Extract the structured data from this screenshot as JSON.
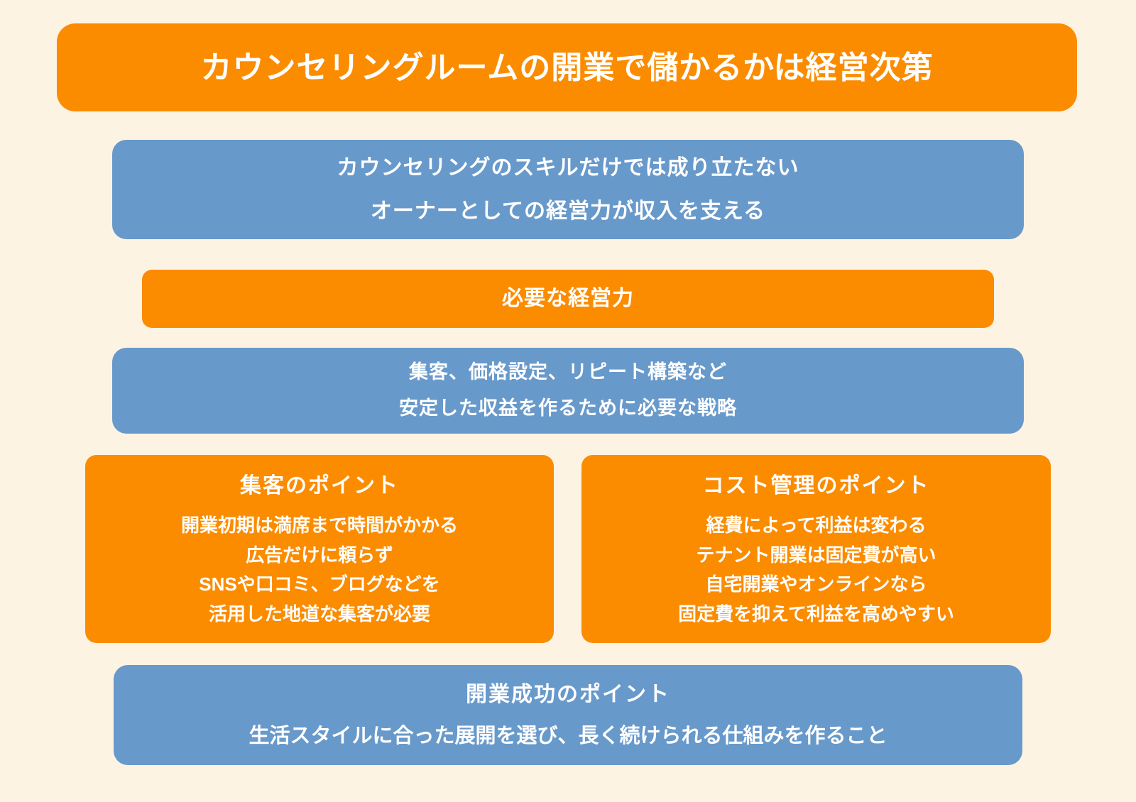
{
  "palette": {
    "background": "#FDF3E3",
    "accent_orange": "#FB8C00",
    "accent_blue": "#6899CB",
    "text": "#FFFFFF"
  },
  "title_banner": {
    "text": "カウンセリングルームの開業で儲かるかは経営次第"
  },
  "premise_box": {
    "lines": [
      "カウンセリングのスキルだけでは成り立たない",
      "オーナーとしての経営力が収入を支える"
    ]
  },
  "section_header": {
    "text": "必要な経営力"
  },
  "strategy_box": {
    "lines": [
      "集客、価格設定、リピート構築など",
      "安定した収益を作るために必要な戦略"
    ]
  },
  "columns": [
    {
      "title": "集客のポイント",
      "lines": [
        "開業初期は満席まで時間がかかる",
        "広告だけに頼らず",
        "SNSや口コミ、ブログなどを",
        "活用した地道な集客が必要"
      ]
    },
    {
      "title": "コスト管理のポイント",
      "lines": [
        "経費によって利益は変わる",
        "テナント開業は固定費が高い",
        "自宅開業やオンラインなら",
        "固定費を抑えて利益を高めやすい"
      ]
    }
  ],
  "conclusion_box": {
    "title": "開業成功のポイント",
    "line": "生活スタイルに合った展開を選び、長く続けられる仕組みを作ること"
  }
}
